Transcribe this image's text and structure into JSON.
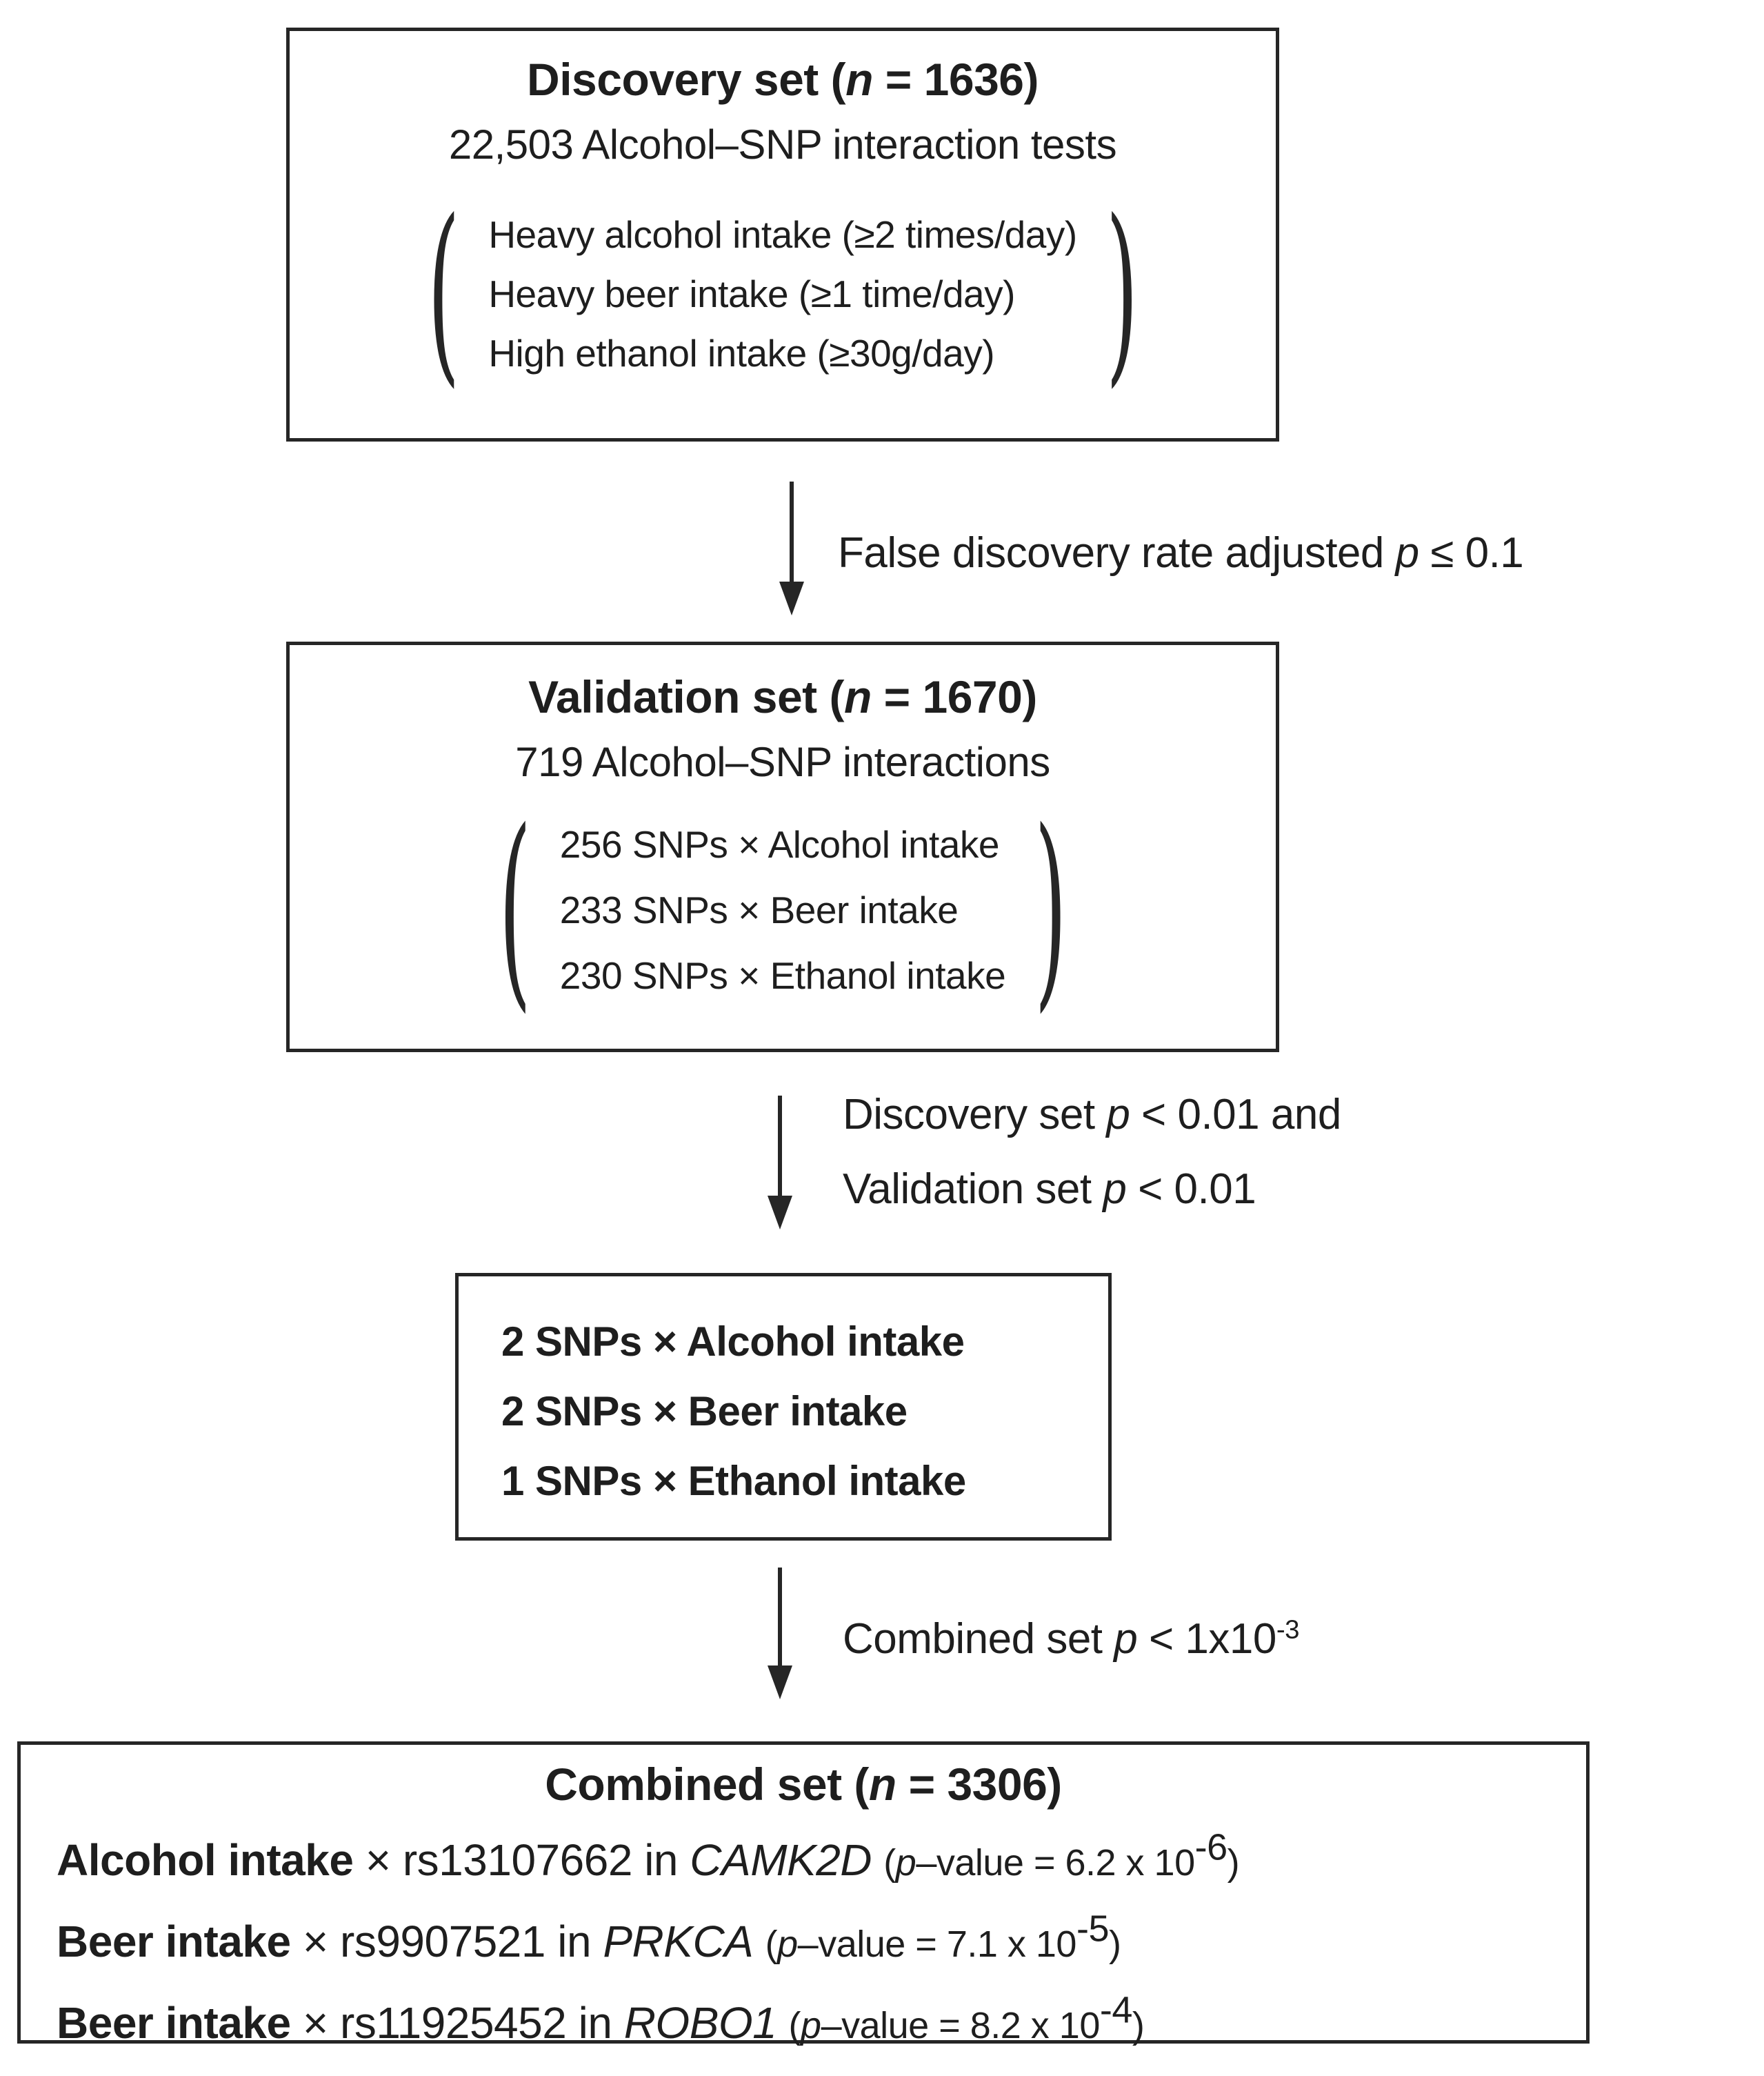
{
  "colors": {
    "text": "#1e1e1e",
    "border": "#262626",
    "background": "#ffffff"
  },
  "brackets": {
    "open": "(",
    "close": ")"
  },
  "figure": {
    "box1": {
      "title": [
        {
          "t": "Discovery set ("
        },
        {
          "t": "n",
          "c": "i"
        },
        {
          "t": " = 1636)"
        }
      ],
      "subtitle": "22,503 Alcohol–SNP interaction tests",
      "criteria": [
        "Heavy alcohol intake (≥2 times/day)",
        "Heavy beer intake (≥1 time/day)",
        "High ethanol intake (≥30g/day)"
      ]
    },
    "arrow1_label": [
      {
        "t": "False discovery rate adjusted "
      },
      {
        "t": "p",
        "c": "i"
      },
      {
        "t": " ≤ 0.1"
      }
    ],
    "box2": {
      "title": [
        {
          "t": "Validation set ("
        },
        {
          "t": "n",
          "c": "i"
        },
        {
          "t": " = 1670)"
        }
      ],
      "subtitle": "719 Alcohol–SNP interactions",
      "criteria": [
        "256 SNPs × Alcohol intake",
        "233 SNPs × Beer intake",
        "230 SNPs × Ethanol intake"
      ]
    },
    "arrow2_label_line1": [
      {
        "t": "Discovery set "
      },
      {
        "t": "p",
        "c": "i"
      },
      {
        "t": " < 0.01 and"
      }
    ],
    "arrow2_label_line2": [
      {
        "t": "Validation set "
      },
      {
        "t": "p",
        "c": "i"
      },
      {
        "t": " < 0.01"
      }
    ],
    "box3": {
      "items": [
        "2 SNPs × Alcohol intake",
        "2 SNPs × Beer intake",
        "1 SNPs × Ethanol intake"
      ]
    },
    "arrow3_label": [
      {
        "t": "Combined set "
      },
      {
        "t": "p",
        "c": "i"
      },
      {
        "t": " < 1x10"
      },
      {
        "t": "-3",
        "c": "sup"
      }
    ],
    "box4": {
      "title": [
        {
          "t": "Combined set ("
        },
        {
          "t": "n",
          "c": "i"
        },
        {
          "t": " = 3306)"
        }
      ],
      "results": [
        [
          {
            "t": "Alcohol intake",
            "c": "b"
          },
          {
            "t": " × rs13107662 in "
          },
          {
            "t": "CAMK2D",
            "c": "i"
          },
          {
            "t": " "
          },
          {
            "t": "(",
            "c": "pv"
          },
          {
            "t": "p",
            "c": "pv i"
          },
          {
            "t": "–value = 6.2 x 10",
            "c": "pv"
          },
          {
            "t": "-6",
            "c": "pv sup"
          },
          {
            "t": ")",
            "c": "pv"
          }
        ],
        [
          {
            "t": "Beer intake",
            "c": "b"
          },
          {
            "t": " × rs9907521 in "
          },
          {
            "t": "PRKCA",
            "c": "i"
          },
          {
            "t": " "
          },
          {
            "t": "(",
            "c": "pv"
          },
          {
            "t": "p",
            "c": "pv i"
          },
          {
            "t": "–value = 7.1 x 10",
            "c": "pv"
          },
          {
            "t": "-5",
            "c": "pv sup"
          },
          {
            "t": ")",
            "c": "pv"
          }
        ],
        [
          {
            "t": "Beer intake",
            "c": "b"
          },
          {
            "t": " × rs11925452 in "
          },
          {
            "t": "ROBO1",
            "c": "i"
          },
          {
            "t": " "
          },
          {
            "t": "(",
            "c": "pv"
          },
          {
            "t": "p",
            "c": "pv i"
          },
          {
            "t": "–value = 8.2 x 10",
            "c": "pv"
          },
          {
            "t": "-4",
            "c": "pv sup"
          },
          {
            "t": ")",
            "c": "pv"
          }
        ]
      ]
    }
  }
}
